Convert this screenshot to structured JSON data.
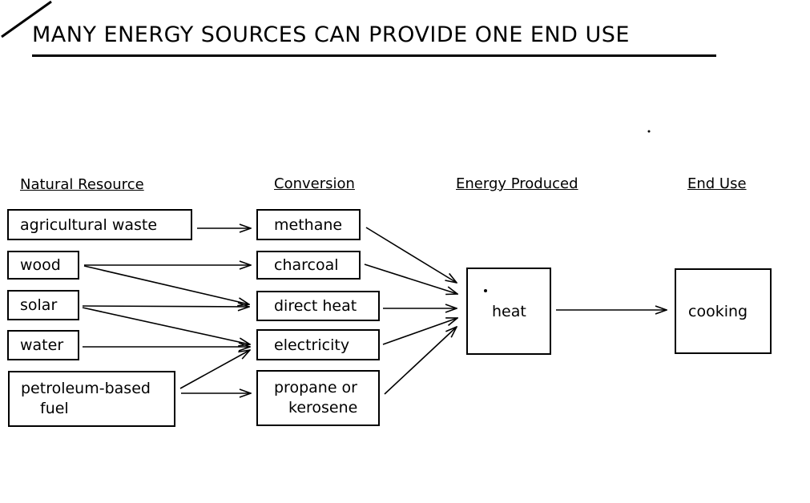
{
  "title": "MANY ENERGY SOURCES CAN PROVIDE ONE END USE",
  "headers": {
    "natural_resource": "Natural Resource",
    "conversion": "Conversion",
    "energy_produced": "Energy Produced",
    "end_use": "End Use"
  },
  "natural_resources": [
    {
      "label": "agricultural waste"
    },
    {
      "label": "wood"
    },
    {
      "label": "solar"
    },
    {
      "label": "water"
    },
    {
      "line1": "petroleum-based",
      "line2": "fuel"
    }
  ],
  "conversions": [
    {
      "label": "methane"
    },
    {
      "label": "charcoal"
    },
    {
      "label": "direct heat"
    },
    {
      "label": "electricity"
    },
    {
      "line1": "propane or",
      "line2": "kerosene"
    }
  ],
  "energy_produced": {
    "label": "heat"
  },
  "end_use": {
    "label": "cooking"
  },
  "flows": [
    {
      "from": "agricultural waste",
      "to": "methane"
    },
    {
      "from": "wood",
      "to": "charcoal"
    },
    {
      "from": "wood",
      "to": "direct heat"
    },
    {
      "from": "solar",
      "to": "direct heat"
    },
    {
      "from": "solar",
      "to": "electricity"
    },
    {
      "from": "water",
      "to": "electricity"
    },
    {
      "from": "petroleum-based fuel",
      "to": "electricity"
    },
    {
      "from": "petroleum-based fuel",
      "to": "propane or kerosene"
    },
    {
      "from": "methane",
      "to": "heat"
    },
    {
      "from": "charcoal",
      "to": "heat"
    },
    {
      "from": "direct heat",
      "to": "heat"
    },
    {
      "from": "electricity",
      "to": "heat"
    },
    {
      "from": "propane or kerosene",
      "to": "heat"
    },
    {
      "from": "heat",
      "to": "cooking"
    }
  ]
}
